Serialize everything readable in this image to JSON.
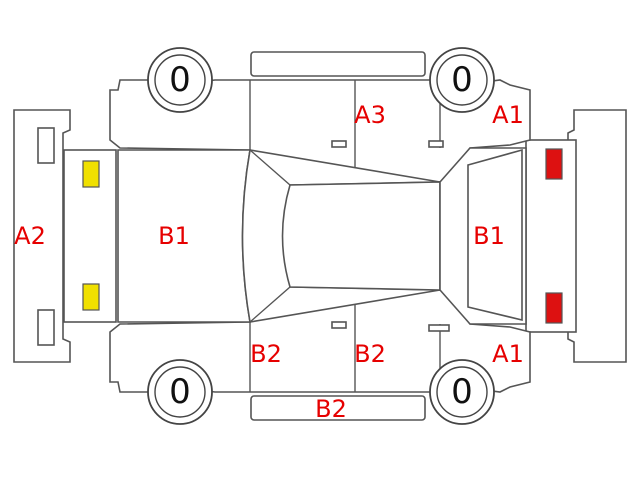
{
  "colors": {
    "label": "#e60000",
    "front_lamp": "#f0e000",
    "rear_lamp": "#dd1111"
  },
  "tires": {
    "front_left": "0",
    "rear_left": "0",
    "front_right": "0",
    "rear_right": "0"
  },
  "labels": {
    "front_bumper": "A2",
    "hood": "B1",
    "rear_door_top": "A3",
    "rear_fender_top": "A1",
    "tailgate": "B1",
    "front_door_bottom": "B2",
    "rear_door_bottom": "B2",
    "rear_fender_bottom": "A1",
    "side_sill_bottom": "B2"
  }
}
